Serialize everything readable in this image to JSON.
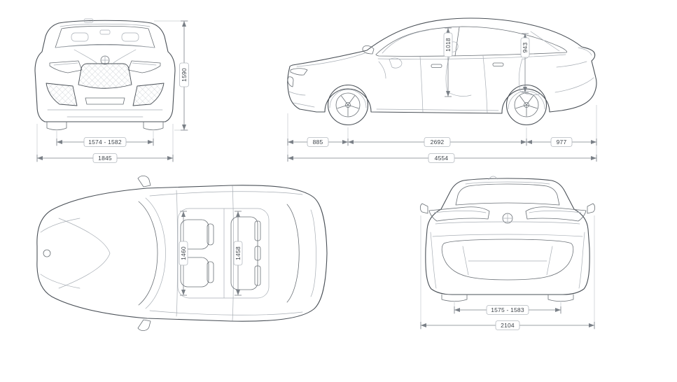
{
  "colors": {
    "background": "#ffffff",
    "line": "#4a5057",
    "dim_line": "#7a8087",
    "text": "#3d4349"
  },
  "views": {
    "front": {
      "track_width": "1574 - 1582",
      "overall_width": "1845",
      "overall_height": "1590"
    },
    "side": {
      "front_overhang": "885",
      "wheelbase": "2692",
      "rear_overhang": "977",
      "overall_length": "4554",
      "interior_height_front": "1018",
      "interior_height_rear": "943"
    },
    "top": {
      "shoulder_room_front": "1460",
      "shoulder_room_rear": "1458"
    },
    "rear": {
      "track_width": "1575 - 1583",
      "overall_width_incl_mirrors": "2104"
    }
  }
}
